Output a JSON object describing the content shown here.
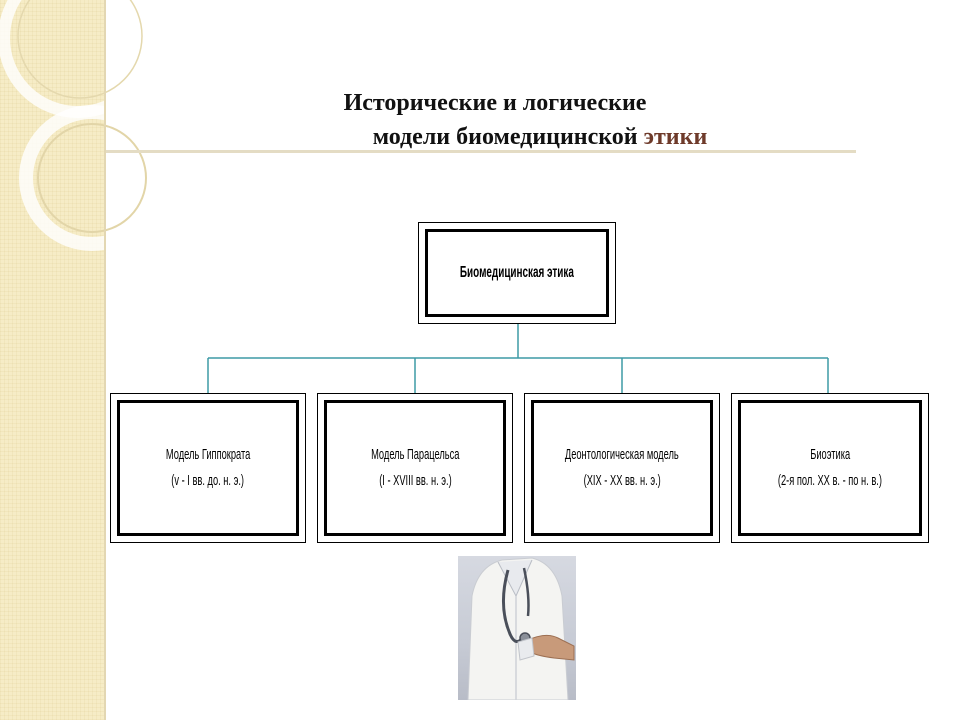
{
  "title": {
    "line1": "Исторические и логические",
    "line2_start": "модели биомедицинской ",
    "line2_accent": "этики"
  },
  "diagram": {
    "root": {
      "label": "Биомедицинская этика"
    },
    "children": [
      {
        "label": "Модель Гиппократа",
        "period": "(v - I вв. до. н. э.)"
      },
      {
        "label": "Модель Парацельса",
        "period": "(I - XVIII вв. н. э.)"
      },
      {
        "label": "Деонтологическая модель",
        "period": "(XIX - XX вв. н. э.)"
      },
      {
        "label": "Биоэтика",
        "period": "(2-я пол. XX в. - по н. в.)"
      }
    ]
  },
  "colors": {
    "connector": "#3d9aa6",
    "title_accent": "#6e3a2a",
    "sidebar": "#f6ecc6"
  }
}
